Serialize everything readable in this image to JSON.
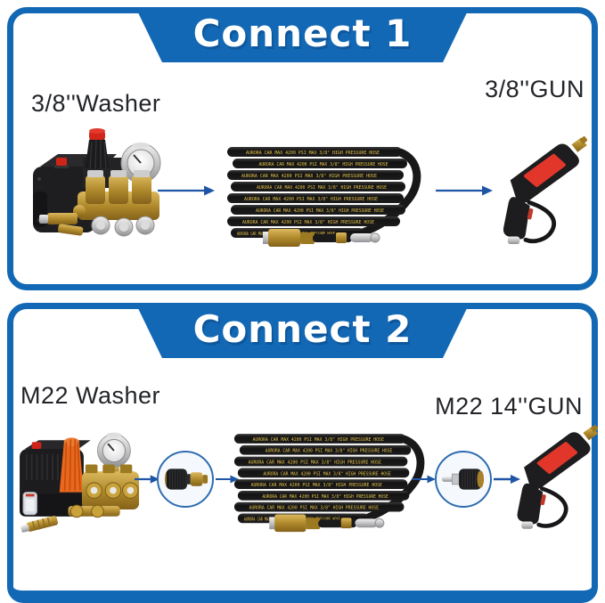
{
  "panels": [
    {
      "header": "Connect 1",
      "washer_label": "3/8''Washer",
      "gun_label": "3/8''GUN"
    },
    {
      "header": "Connect 2",
      "washer_label": "M22 Washer",
      "gun_label": "M22 14''GUN"
    }
  ],
  "hose_print": "AURORA CAR MAX 4200 PSI MAX 3/8\" HIGH PRESSURE HOSE",
  "colors": {
    "brand_blue": "#1268b4",
    "arrow_blue": "#1f55a5",
    "hose_text_yellow": "#e3c04c",
    "gun_red": "#e2362a",
    "knob_orange": "#ea671d",
    "brass": "#b9902f"
  }
}
